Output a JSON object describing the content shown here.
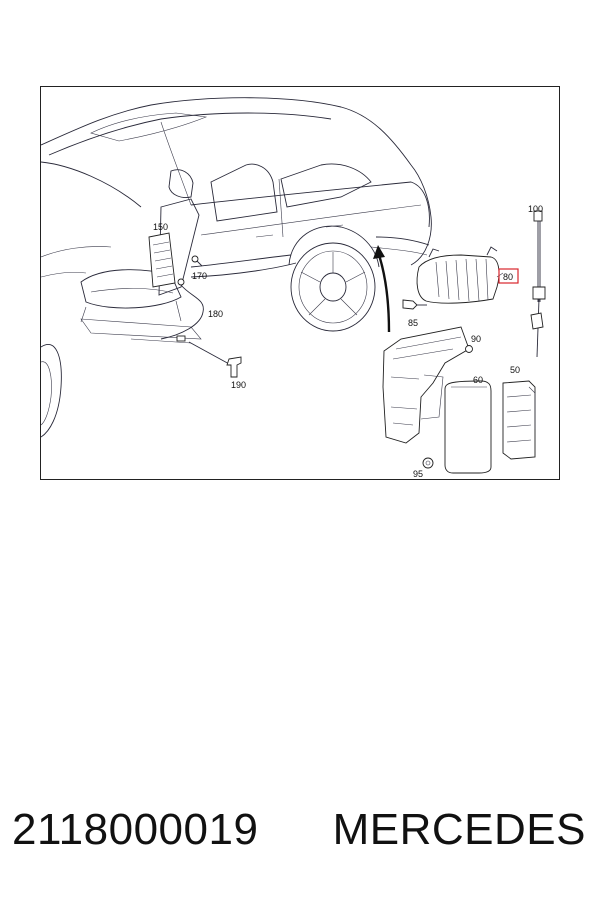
{
  "figure": {
    "callouts": {
      "c150": "150",
      "c170": "170",
      "c180": "180",
      "c190": "190",
      "c100": "100",
      "c80": "80",
      "c85": "85",
      "c90": "90",
      "c60": "60",
      "c50": "50",
      "c95": "95"
    },
    "highlight_color": "#d9262c",
    "line_color": "#2a2a3a"
  },
  "caption": {
    "part_number": "2118000019",
    "brand": "MERCEDES"
  }
}
